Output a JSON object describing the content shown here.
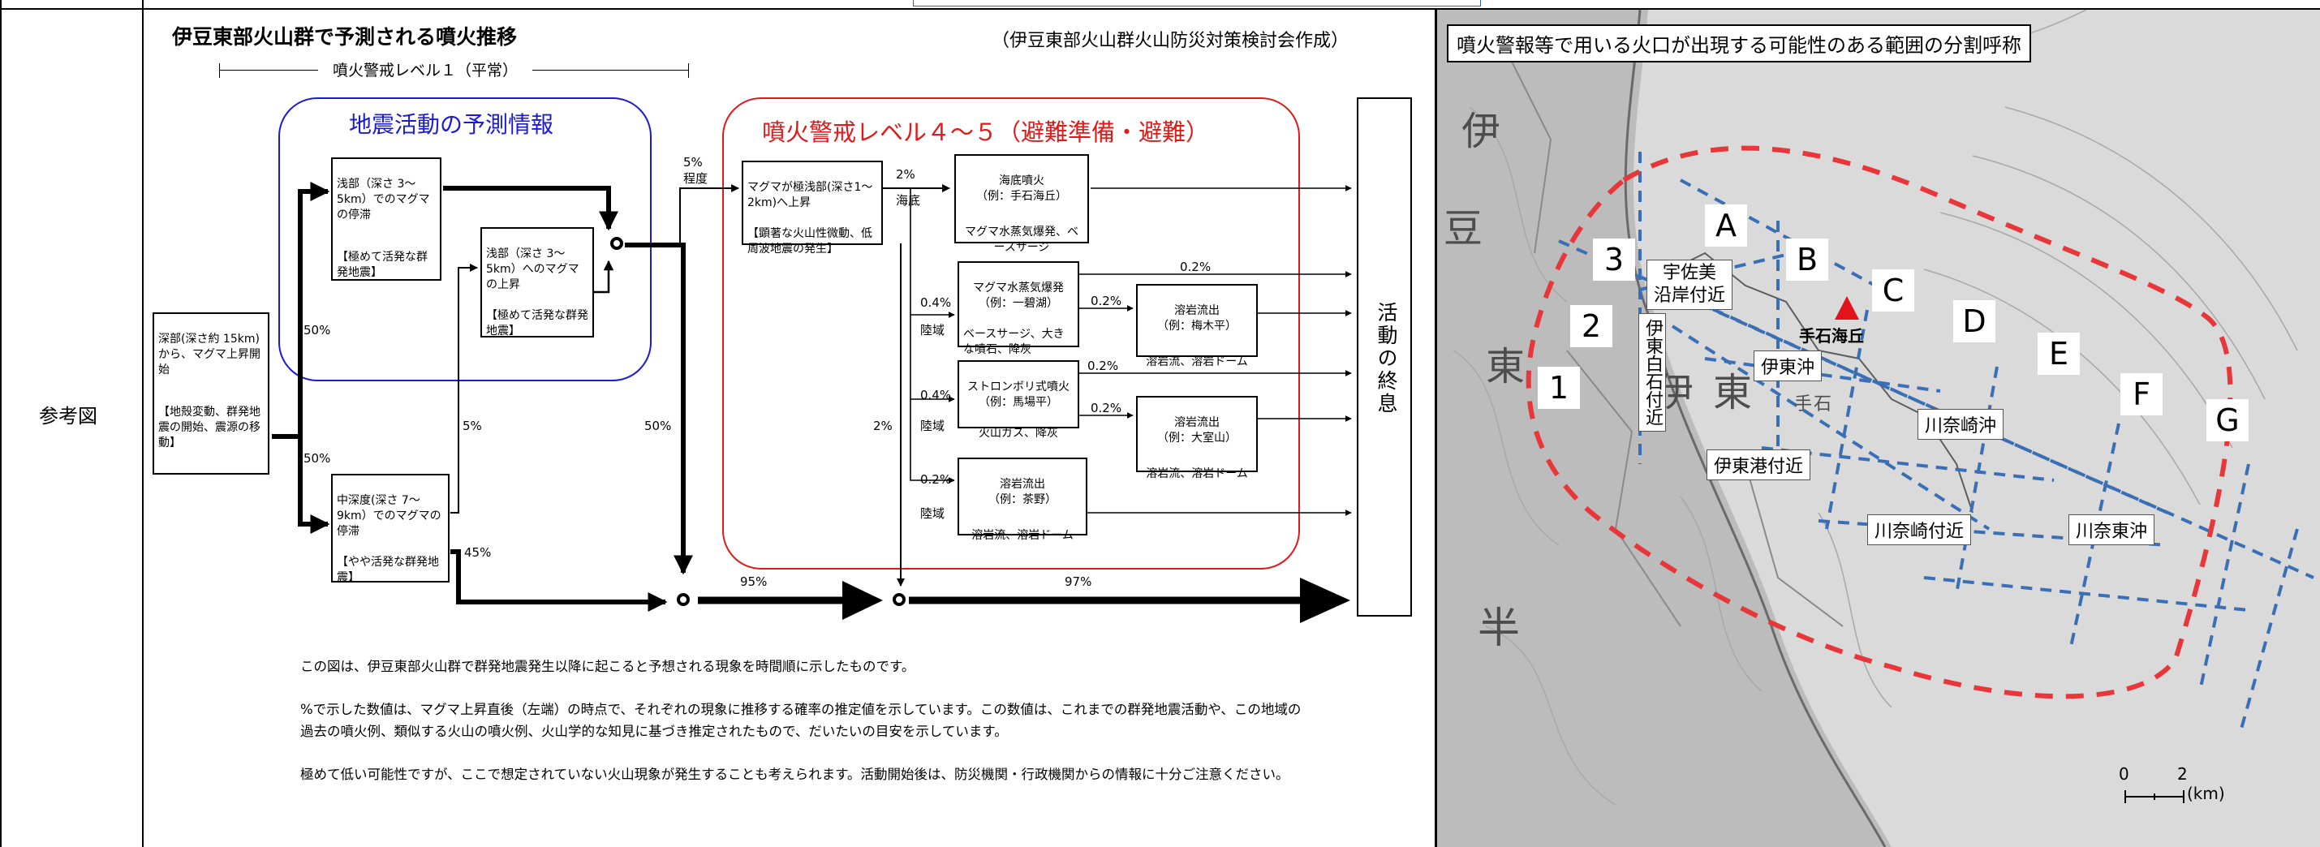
{
  "left_label": "参考図",
  "diagram": {
    "title": "伊豆東部火山群で予測される噴火推移",
    "source": "（伊豆東部火山群火山防災対策検討会作成）",
    "level1": "噴火警戒レベル１（平常）",
    "quake_group_title": "地震活動の予測情報",
    "eruption_group_title": "噴火警戒レベル４～５（避難準備・避難）",
    "end_label": "活動の終息",
    "nodes": {
      "deep": {
        "head": "深部(深さ約 15km)から、マグマ上昇開始",
        "body": "【地殻変動、群発地震の開始、震源の移動】"
      },
      "shallow_stop": {
        "head": "浅部（深さ 3～5km）でのマグマの停滞",
        "body": "【極めて活発な群発地震】"
      },
      "shallow_rise": {
        "head": "浅部（深さ 3～5km）へのマグマの上昇",
        "body": "【極めて活発な群発地震】"
      },
      "mid_stop": {
        "head": "中深度(深さ 7～9km）でのマグマの停滞",
        "body": "【やや活発な群発地震】"
      },
      "very_shallow": {
        "head": "マグマが極浅部(深さ1～2km)へ上昇",
        "body": "【顕著な火山性微動、低周波地震の発生】"
      },
      "seafloor": {
        "head": "海底噴火\n（例：手石海丘）",
        "body": "マグマ水蒸気爆発、ベースサージ"
      },
      "phreato": {
        "head": "マグマ水蒸気爆発\n（例：一碧湖）",
        "body": "ベースサージ、大きな噴石、降灰"
      },
      "lava_a": {
        "head": "溶岩流出\n（例：梅木平）",
        "body": "溶岩流、溶岩ドーム"
      },
      "strombolian": {
        "head": "ストロンボリ式噴火\n（例：馬場平）",
        "body": "火山ガス、降灰"
      },
      "lava_b": {
        "head": "溶岩流出\n（例：大室山）",
        "body": "溶岩流、溶岩ドーム"
      },
      "lava_c": {
        "head": "溶岩流出\n（例：茶野）",
        "body": "溶岩流、溶岩ドーム"
      }
    },
    "labels": {
      "p50_up": "50%",
      "p50_down": "50%",
      "p5": "5%",
      "p50_right": "50%",
      "p45": "45%",
      "p5_approx": "5%\n程度",
      "p2_seafloor": "2%",
      "seafloor": "海底",
      "p04_a": "0.4%",
      "land_a": "陸域",
      "p04_b": "0.4%",
      "land_b": "陸域",
      "p02_c": "0.2%",
      "land_c": "陸域",
      "p02_top": "0.2%",
      "p02_lava_a": "0.2%",
      "p02_strom": "0.2%",
      "p02_lava_b": "0.2%",
      "p2_mid": "2%",
      "p95": "95%",
      "p97": "97%"
    },
    "notes": [
      "この図は、伊豆東部火山群で群発地震発生以降に起こると予想される現象を時間順に示したものです。",
      "%で示した数値は、マグマ上昇直後（左端）の時点で、それぞれの現象に推移する確率の推定値を示しています。この数値は、これまでの群発地震活動や、この地域の過去の噴火例、類似する火山の噴火例、火山学的な知見に基づき推定されたもので、だいたいの目安を示しています。",
      "極めて低い可能性ですが、ここで想定されていない火山現象が発生することも考えられます。活動開始後は、防災機関・行政機関からの情報に十分ご注意ください。"
    ]
  },
  "map": {
    "title": "噴火警報等で用いる火口が出現する可能性のある範囲の分割呼称",
    "zones_letters": [
      "A",
      "B",
      "C",
      "D",
      "E",
      "F",
      "G"
    ],
    "zones_numbers": [
      "3",
      "2",
      "1"
    ],
    "places": {
      "usami": "宇佐美\n沿岸付近",
      "ito_shiraishi": "伊東白石付近",
      "ito_oki": "伊東沖",
      "ito_port": "伊東港付近",
      "kawanazaki_oki": "川奈崎沖",
      "kawanazaki": "川奈崎付近",
      "kawana_east": "川奈東沖",
      "teishi": "手石海丘"
    },
    "scale": {
      "zero": "0",
      "two": "2",
      "unit": "(km)"
    },
    "bg_chars": [
      "伊",
      "豆",
      "東",
      "半",
      "伊",
      "東",
      "手",
      "石"
    ],
    "colors": {
      "zone_outline": "#e8373a",
      "grid": "#3a6fb5",
      "vent": "#e0141a"
    }
  },
  "colors": {
    "quake_frame": "#1b1bd6",
    "eruption_frame": "#e01919",
    "quake_title": "#1b1bd6",
    "eruption_title": "#e01919"
  }
}
